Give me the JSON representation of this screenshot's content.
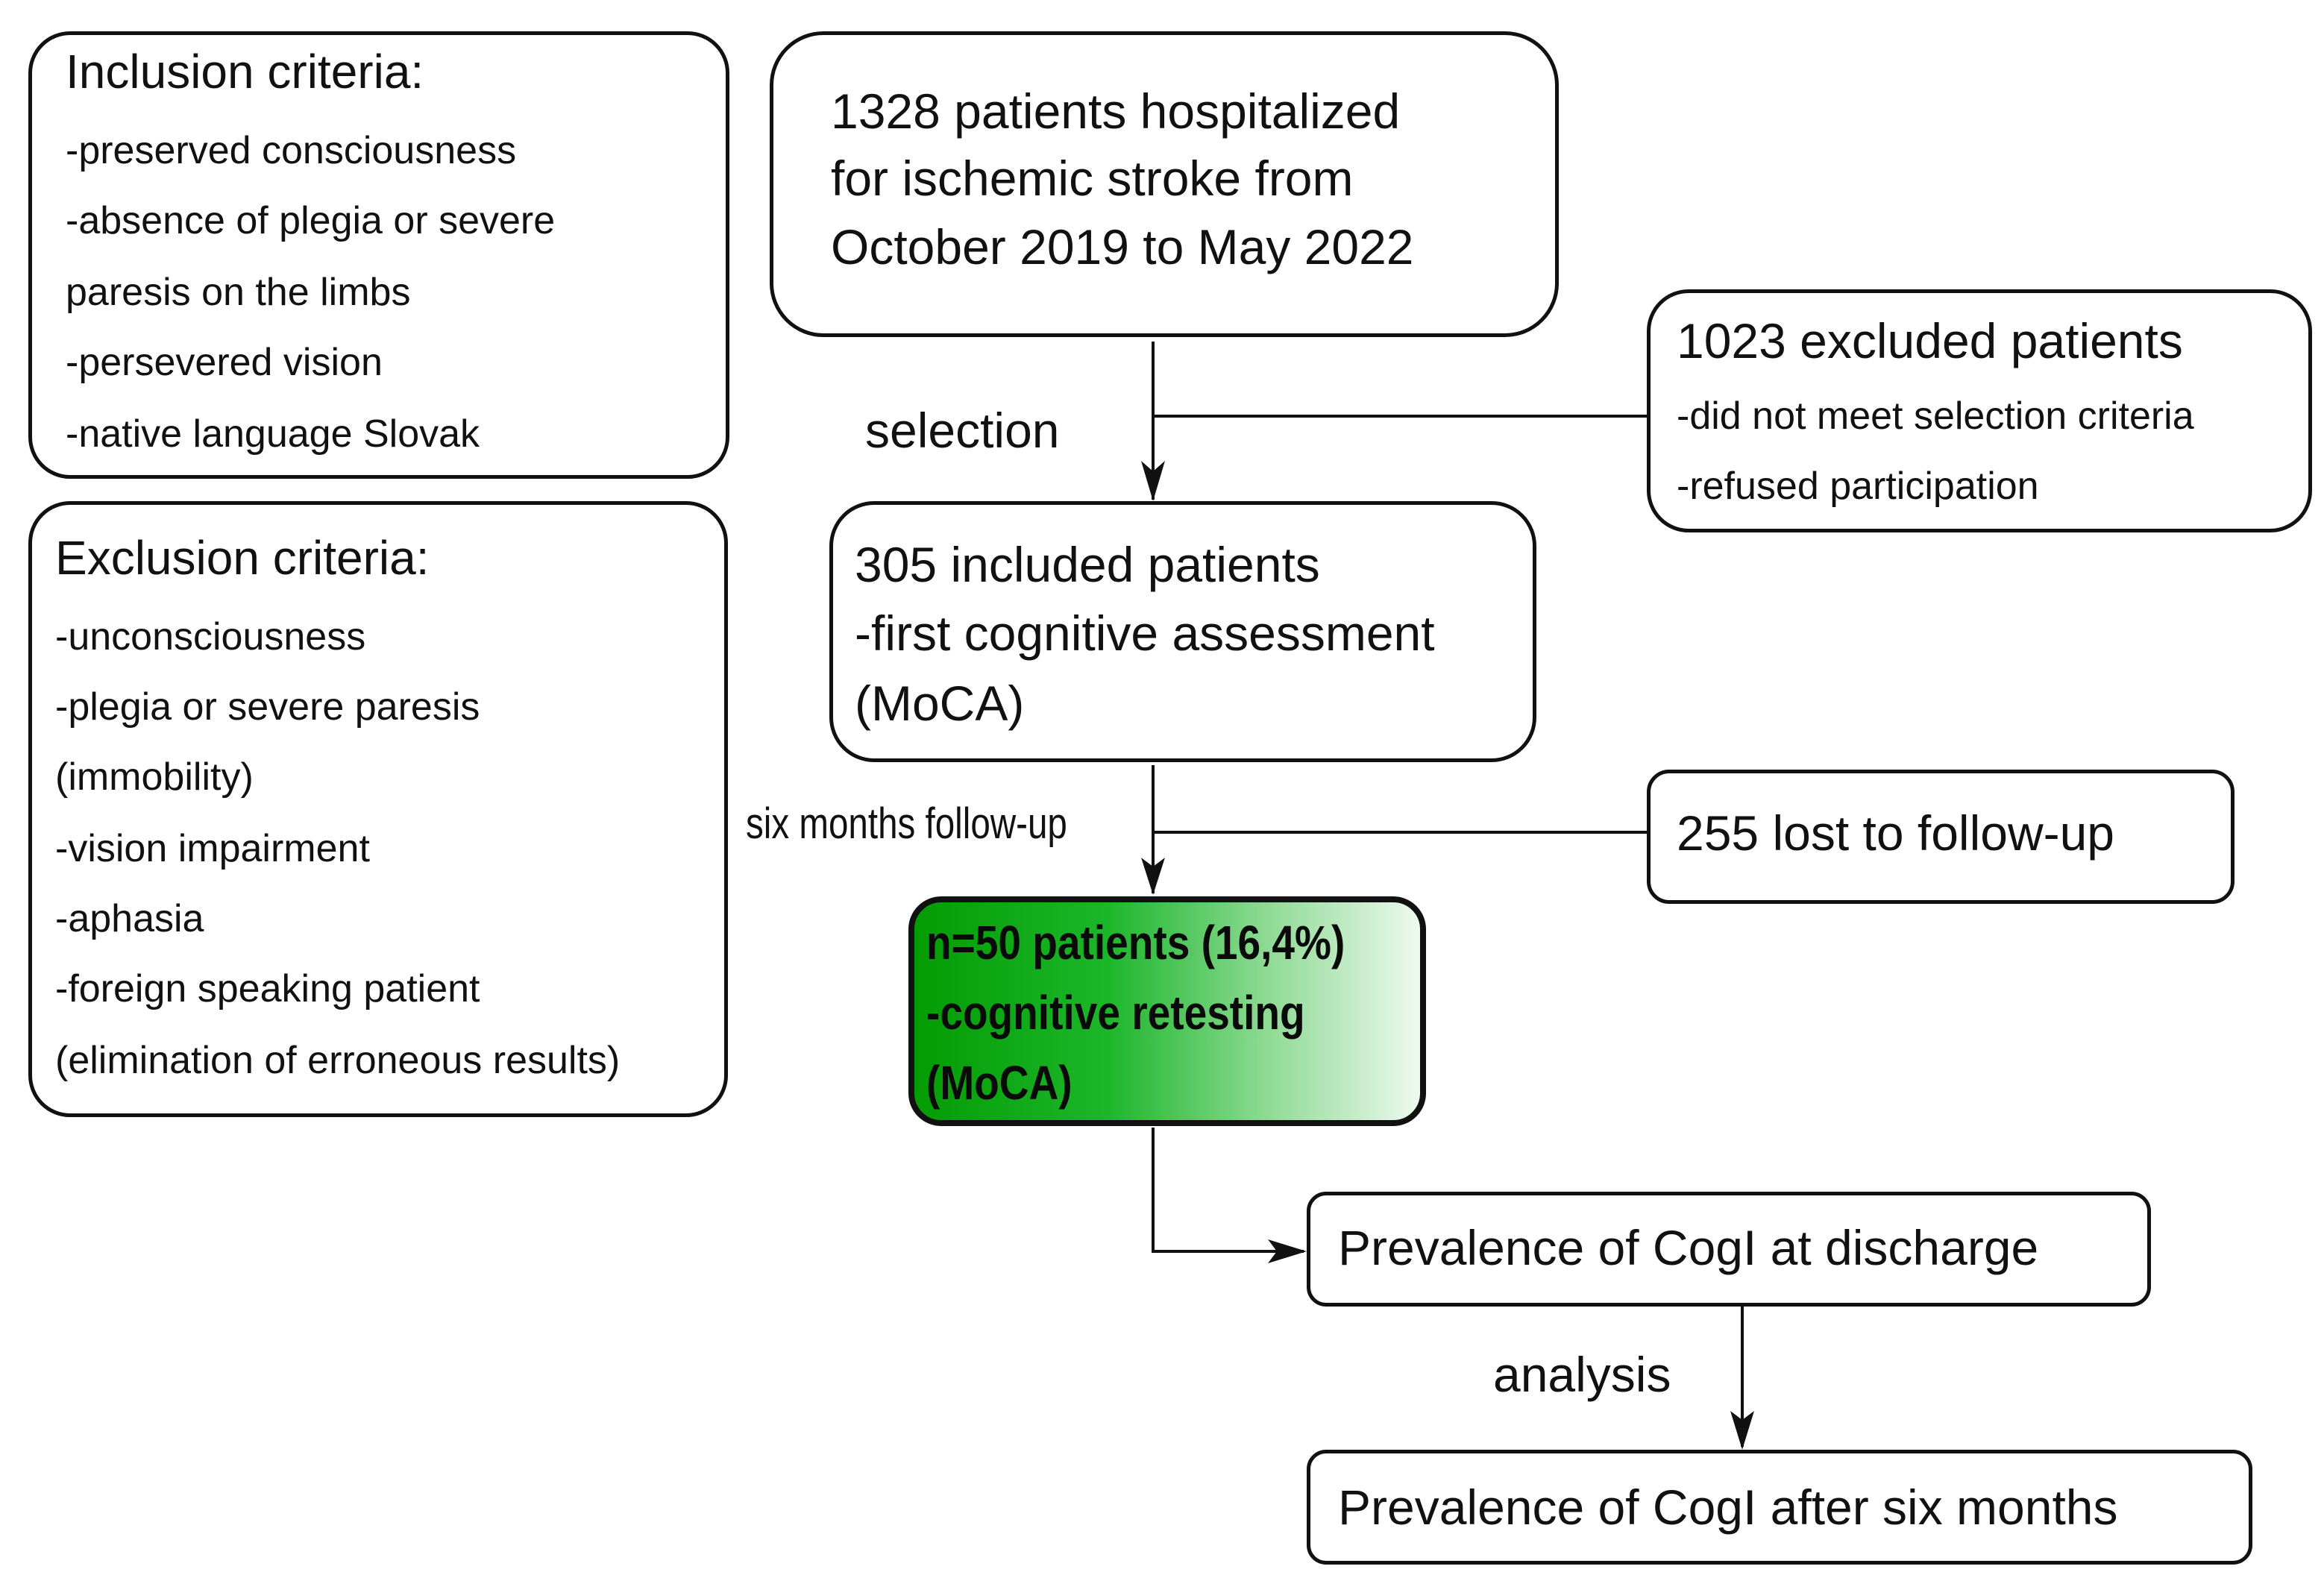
{
  "inclusion": {
    "title": "Inclusion criteria:",
    "items": [
      "-preserved consciousness",
      "-absence of plegia or severe",
      "paresis on the limbs",
      "-persevered vision",
      "-native language Slovak"
    ]
  },
  "exclusion": {
    "title": "Exclusion criteria:",
    "items": [
      "-unconsciousness",
      "-plegia or severe paresis",
      "(immobility)",
      "-vision impairment",
      "-aphasia",
      "-foreign speaking patient",
      "(elimination of erroneous results)"
    ]
  },
  "hospitalized": {
    "lines": [
      "1328 patients hospitalized",
      "for ischemic stroke from",
      "October 2019 to May 2022"
    ]
  },
  "excluded": {
    "title": "1023 excluded patients",
    "items": [
      "-did not meet selection criteria",
      "-refused participation"
    ]
  },
  "included": {
    "lines": [
      "305 included patients",
      "-first cognitive assessment",
      "(MoCA)"
    ]
  },
  "lost": {
    "text": "255 lost to follow-up"
  },
  "retesting": {
    "lines": [
      "n=50 patients (16,4%)",
      "-cognitive retesting",
      "(MoCA)"
    ],
    "gradient_colors": [
      "#049c04",
      "#eef9ee"
    ]
  },
  "prevalence_discharge": {
    "text": "Prevalence of CogI at discharge"
  },
  "prevalence_six_months": {
    "text": "Prevalence of CogI after six months"
  },
  "labels": {
    "selection": "selection",
    "followup": "six months follow-up",
    "analysis": "analysis"
  }
}
